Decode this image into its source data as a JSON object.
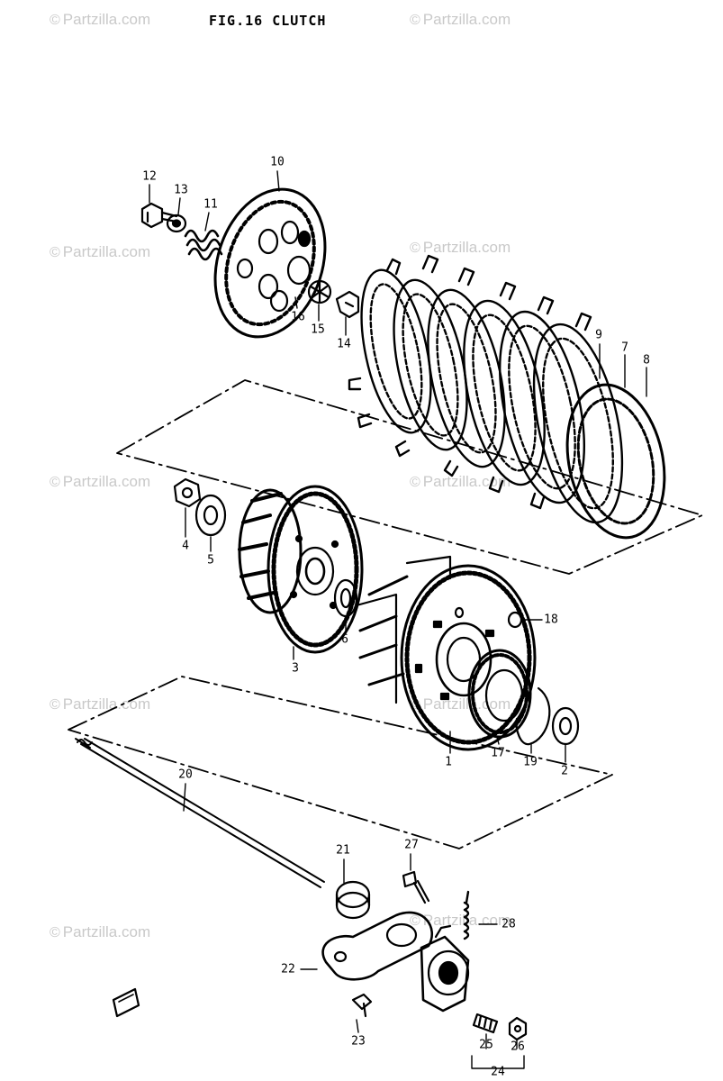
{
  "figure": {
    "title": "FIG.16   CLUTCH"
  },
  "watermark": {
    "symbol": "©",
    "text": "Partzilla.com"
  },
  "parts": [
    {
      "id": "part-label-12",
      "label": "12"
    },
    {
      "id": "part-label-13",
      "label": "13"
    },
    {
      "id": "part-label-11",
      "label": "11"
    },
    {
      "id": "part-label-10",
      "label": "10"
    },
    {
      "id": "part-label-16",
      "label": "16"
    },
    {
      "id": "part-label-15",
      "label": "15"
    },
    {
      "id": "part-label-14",
      "label": "14"
    },
    {
      "id": "part-label-9",
      "label": "9"
    },
    {
      "id": "part-label-7",
      "label": "7"
    },
    {
      "id": "part-label-8",
      "label": "8"
    },
    {
      "id": "part-label-4",
      "label": "4"
    },
    {
      "id": "part-label-5",
      "label": "5"
    },
    {
      "id": "part-label-3",
      "label": "3"
    },
    {
      "id": "part-label-6",
      "label": "6"
    },
    {
      "id": "part-label-18",
      "label": "18"
    },
    {
      "id": "part-label-1",
      "label": "1"
    },
    {
      "id": "part-label-17",
      "label": "17"
    },
    {
      "id": "part-label-19",
      "label": "19"
    },
    {
      "id": "part-label-2",
      "label": "2"
    },
    {
      "id": "part-label-20",
      "label": "20"
    },
    {
      "id": "part-label-21",
      "label": "21"
    },
    {
      "id": "part-label-27",
      "label": "27"
    },
    {
      "id": "part-label-28",
      "label": "28"
    },
    {
      "id": "part-label-22",
      "label": "22"
    },
    {
      "id": "part-label-23",
      "label": "23"
    },
    {
      "id": "part-label-25",
      "label": "25"
    },
    {
      "id": "part-label-26",
      "label": "26"
    },
    {
      "id": "part-label-24",
      "label": "24"
    }
  ]
}
